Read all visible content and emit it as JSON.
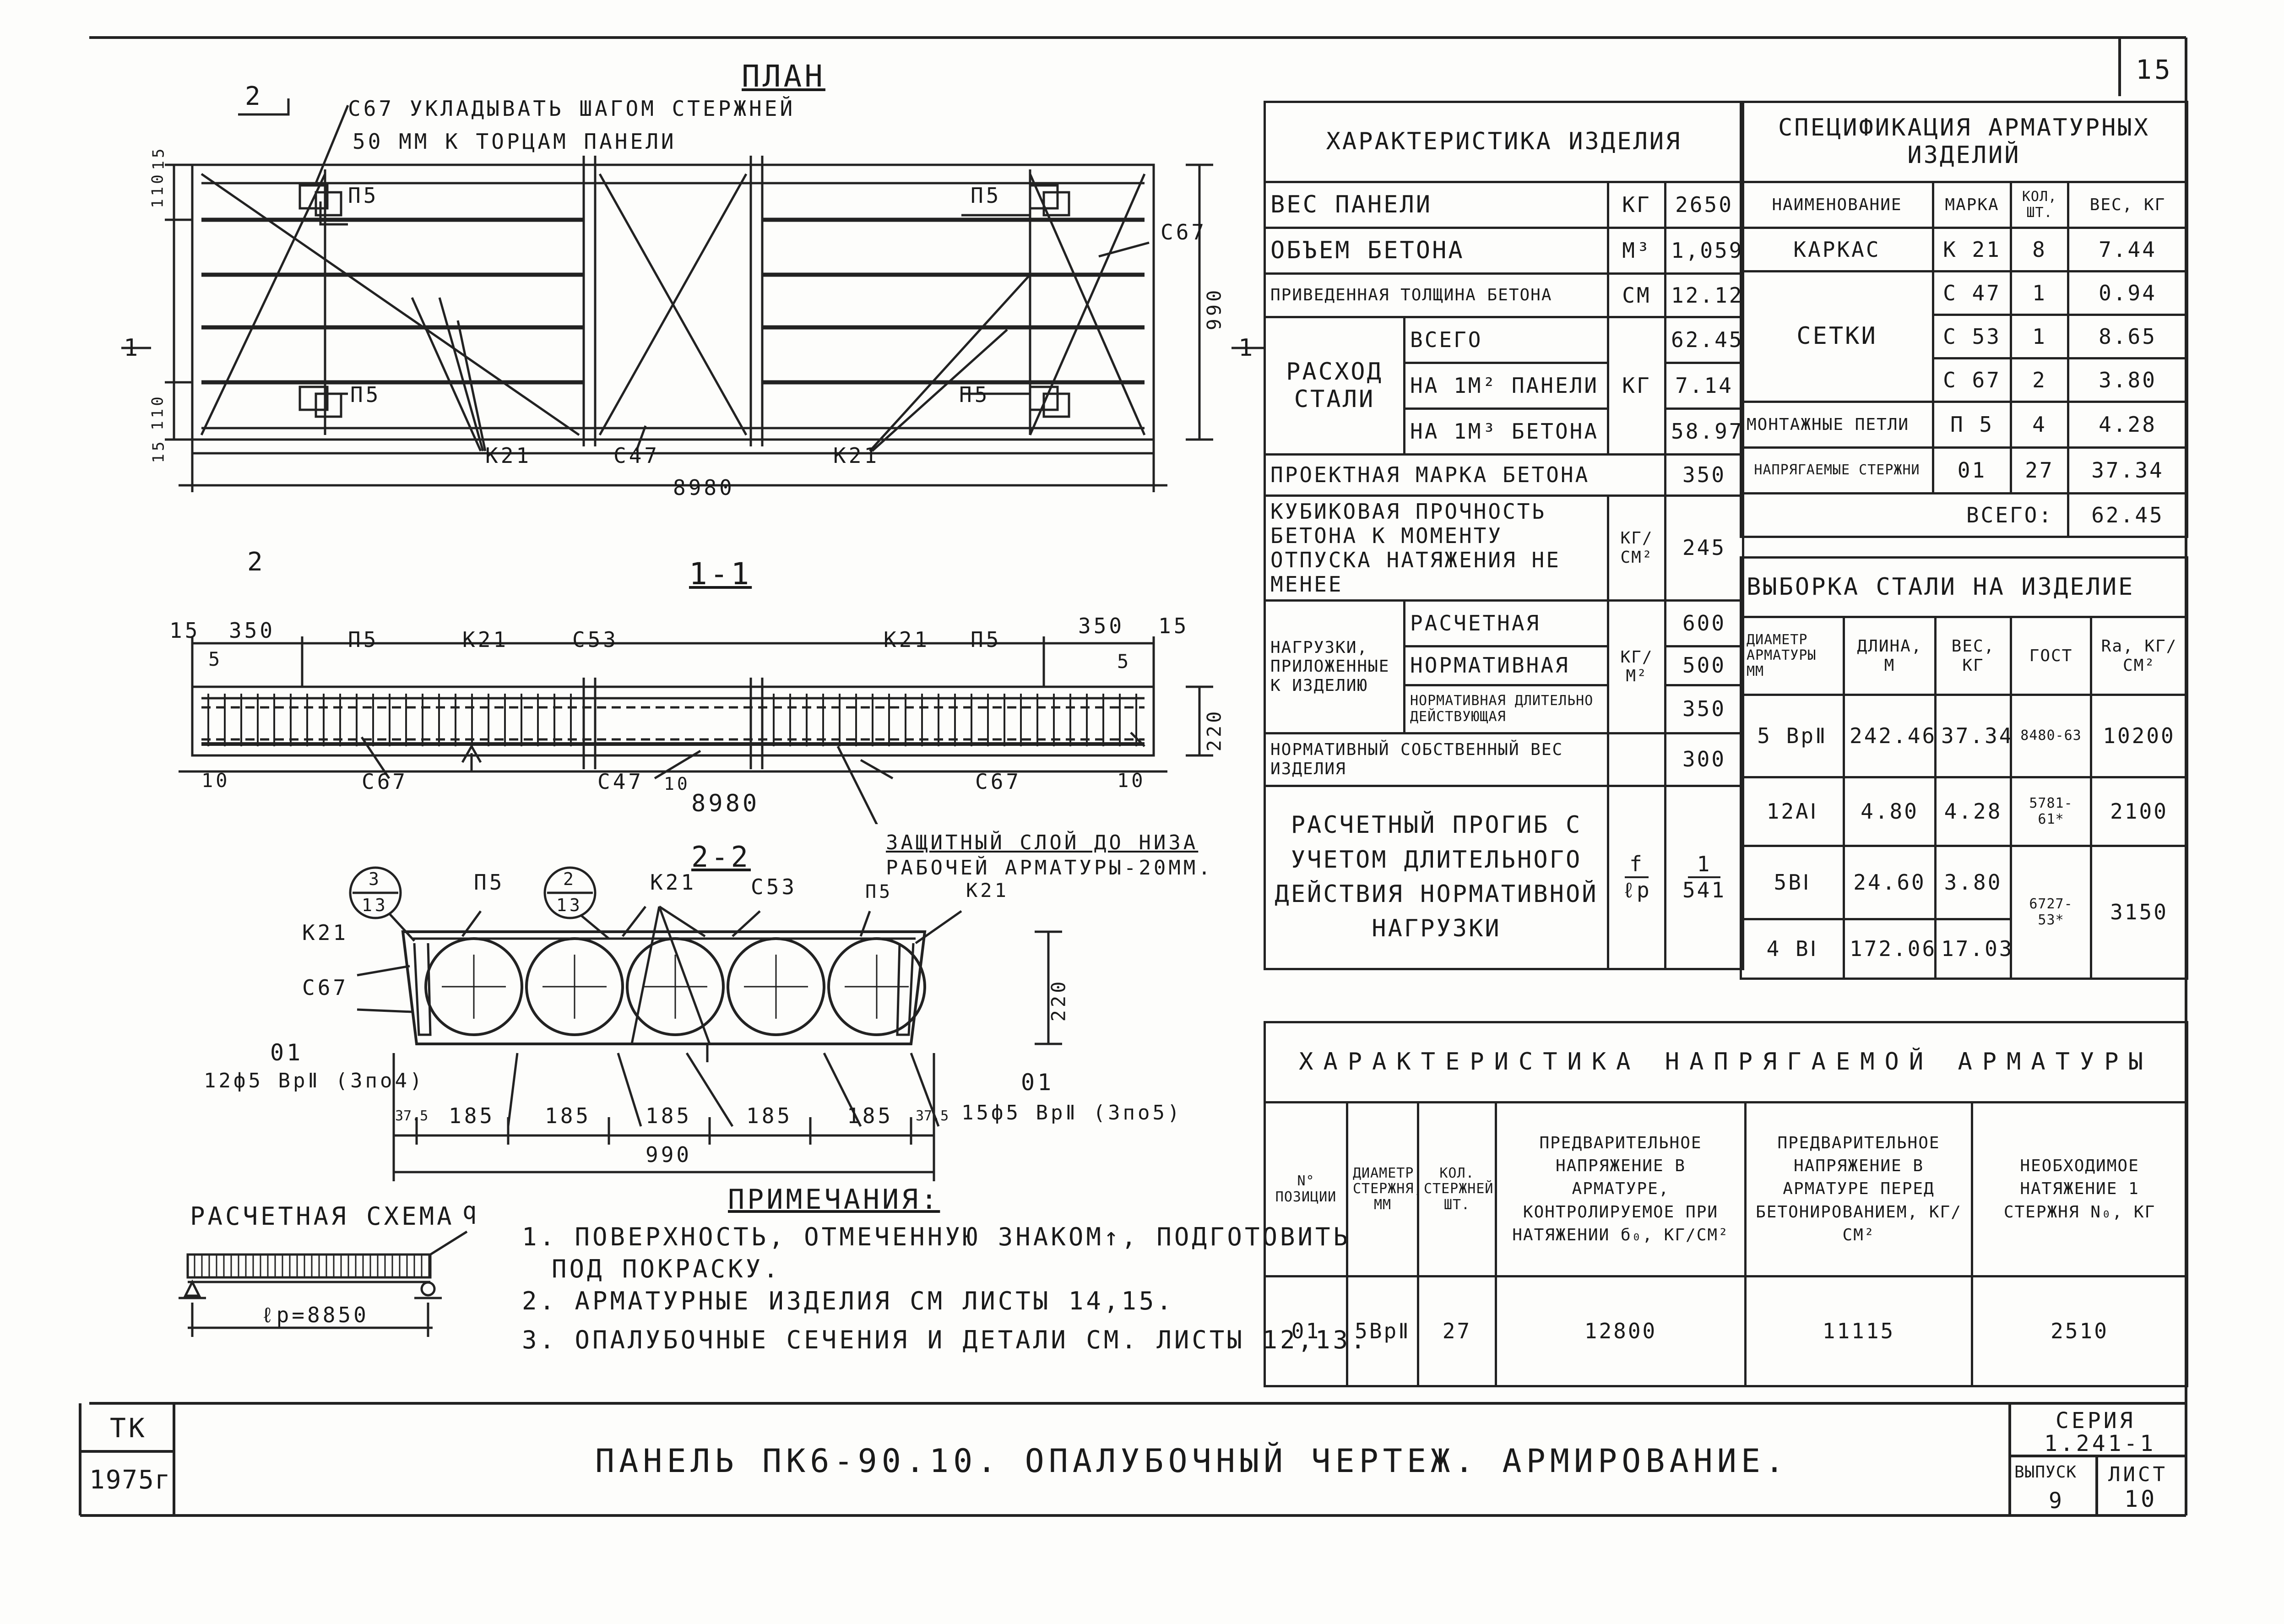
{
  "sheet": {
    "page_number": "15",
    "plan_title": "ПЛАН",
    "section11_title": "1-1",
    "section22_title": "2-2",
    "note_c67": "С67 УКЛАДЫВАТЬ ШАГОМ СТЕРЖНЕЙ 50 ММ К ТОРЦАМ ПАНЕЛИ",
    "note_c67_line1": "С67 УКЛАДЫВАТЬ ШАГОМ СТЕРЖНЕЙ",
    "note_c67_line2": "50 ММ К ТОРЦАМ ПАНЕЛИ",
    "protective_layer_line1": "ЗАЩИТНЫЙ СЛОЙ ДО НИЗА",
    "protective_layer_line2": "РАБОЧЕЙ АРМАТУРЫ-20ММ."
  },
  "plan_labels": {
    "cut2": "2",
    "cut1": "1",
    "p5": "П5",
    "c67": "С67",
    "c47": "С47",
    "k21": "К21",
    "length": "8980",
    "width": "990",
    "dim_110": "110",
    "dim_15": "15"
  },
  "section11_labels": {
    "d15": "15",
    "d350": "350",
    "d5": "5",
    "d10": "10",
    "p5": "П5",
    "k21": "К21",
    "c53": "С53",
    "c67": "С67",
    "c47": "С47",
    "length": "8980",
    "height": "220"
  },
  "section22_labels": {
    "bubble1_top": "3",
    "bubble1_bot": "13",
    "bubble2_top": "2",
    "bubble2_bot": "13",
    "p5": "П5",
    "k21": "К21",
    "c53": "С53",
    "c67": "С67",
    "o1": "01",
    "left_strand": "12ф5 ВрⅡ (3по4)",
    "right_strand": "15ф5 ВрⅡ (3по5)",
    "d375": "37.5",
    "d185": "185",
    "width": "990",
    "height": "220"
  },
  "scheme": {
    "title": "РАСЧЕТНАЯ СХЕМА",
    "q": "q",
    "span": "ℓр=8850"
  },
  "notes": {
    "title": "ПРИМЕЧАНИЯ:",
    "n1_line1": "1. ПОВЕРХНОСТЬ, ОТМЕЧЕННУЮ ЗНАКОМ↑, ПОДГОТОВИТЬ",
    "n1_line2": "ПОД ПОКРАСКУ.",
    "n2": "2. АРМАТУРНЫЕ ИЗДЕЛИЯ СМ ЛИСТЫ 14,15.",
    "n3": "3. ОПАЛУБОЧНЫЕ СЕЧЕНИЯ И ДЕТАЛИ СМ. ЛИСТЫ 12,13."
  },
  "char_table": {
    "title": "ХАРАКТЕРИСТИКА ИЗДЕЛИЯ",
    "rows": {
      "weight": {
        "label": "ВЕС ПАНЕЛИ",
        "unit": "КГ",
        "value": "2650"
      },
      "volume": {
        "label": "ОБЪЕМ БЕТОНА",
        "unit": "М³",
        "value": "1,059"
      },
      "thickness": {
        "label": "ПРИВЕДЕННАЯ ТОЛЩИНА БЕТОНА",
        "unit": "СМ",
        "value": "12.12"
      },
      "steel_label": "РАСХОД СТАЛИ",
      "steel_unit": "КГ",
      "steel_total": {
        "label": "ВСЕГО",
        "value": "62.45"
      },
      "steel_m2": {
        "label": "НА 1М² ПАНЕЛИ",
        "value": "7.14"
      },
      "steel_m3": {
        "label": "НА 1М³ БЕТОНА",
        "value": "58.97"
      },
      "grade": {
        "label": "ПРОЕКТНАЯ МАРКА БЕТОНА",
        "value": "350"
      },
      "cube": {
        "label": "КУБИКОВАЯ ПРОЧНОСТЬ БЕТОНА К МОМЕНТУ ОТПУСКА НАТЯЖЕНИЯ НЕ МЕНЕЕ",
        "unit": "КГ/СМ²",
        "value": "245"
      },
      "loads_label": "НАГРУЗКИ, ПРИЛОЖЕННЫЕ К ИЗДЕЛИЮ",
      "loads_unit": "КГ/М²",
      "load_calc": {
        "label": "РАСЧЕТНАЯ",
        "value": "600"
      },
      "load_norm": {
        "label": "НОРМАТИВНАЯ",
        "value": "500"
      },
      "load_long": {
        "label": "НОРМАТИВНАЯ ДЛИТЕЛЬНО ДЕЙСТВУЮЩАЯ",
        "value": "350"
      },
      "self_weight": {
        "label": "НОРМАТИВНЫЙ СОБСТВЕННЫЙ ВЕС ИЗДЕЛИЯ",
        "value": "300"
      },
      "deflection": {
        "label": "РАСЧЕТНЫЙ ПРОГИБ С УЧЕТОМ ДЛИТЕЛЬНОГО ДЕЙСТВИЯ НОРМАТИВНОЙ НАГРУЗКИ",
        "unit_top": "f",
        "unit_bot": "ℓр",
        "value_top": "1",
        "value_bot": "541"
      }
    }
  },
  "spec_table": {
    "title": "СПЕЦИФИКАЦИЯ АРМАТУРНЫХ ИЗДЕЛИЙ",
    "headers": [
      "НАИМЕНОВАНИЕ",
      "МАРКА",
      "КОЛ, ШТ.",
      "ВЕС, КГ"
    ],
    "rows": [
      {
        "name": "КАРКАС",
        "mark": "К 21",
        "qty": "8",
        "weight": "7.44"
      },
      {
        "name": "СЕТКИ",
        "mark": "С 47",
        "qty": "1",
        "weight": "0.94"
      },
      {
        "name": "",
        "mark": "С 53",
        "qty": "1",
        "weight": "8.65"
      },
      {
        "name": "",
        "mark": "С 67",
        "qty": "2",
        "weight": "3.80"
      },
      {
        "name": "МОНТАЖНЫЕ ПЕТЛИ",
        "mark": "П 5",
        "qty": "4",
        "weight": "4.28"
      },
      {
        "name": "НАПРЯГАЕМЫЕ СТЕРЖНИ",
        "mark": "01",
        "qty": "27",
        "weight": "37.34"
      }
    ],
    "total_label": "ВСЕГО:",
    "total_value": "62.45"
  },
  "steel_table": {
    "title": "ВЫБОРКА СТАЛИ НА ИЗДЕЛИЕ",
    "headers": [
      "ДИАМЕТР АРМАТУРЫ ММ",
      "ДЛИНА, М",
      "ВЕС, КГ",
      "ГОСТ",
      "Rа, КГ/СМ²"
    ],
    "rows": [
      {
        "d": "5 ВрⅡ",
        "len": "242.46",
        "w": "37.34",
        "gost": "8480-63",
        "ra": "10200"
      },
      {
        "d": "12АⅠ",
        "len": "4.80",
        "w": "4.28",
        "gost": "5781-61*",
        "ra": "2100"
      },
      {
        "d": "5ВⅠ",
        "len": "24.60",
        "w": "3.80",
        "gost": "6727-53*",
        "ra": "3150"
      },
      {
        "d": "4 ВⅠ",
        "len": "172.06",
        "w": "17.03",
        "gost": "",
        "ra": ""
      }
    ]
  },
  "prestress_table": {
    "title": "ХАРАКТЕРИСТИКА НАПРЯГАЕМОЙ АРМАТУРЫ",
    "headers": [
      "N° ПОЗИЦИИ",
      "ДИАМЕТР СТЕРЖНЯ, ММ",
      "КОЛ. СТЕРЖНЕЙ, ШТ.",
      "ПРЕДВАРИТЕЛЬНОЕ НАПРЯЖЕНИЕ В АРМАТУРЕ, КОНТРОЛИРУЕМОЕ ПРИ НАТЯЖЕНИИ б₀, КГ/СМ²",
      "ПРЕДВАРИТЕЛЬНОЕ НАПРЯЖЕНИЕ В АРМАТУРЕ ПЕРЕД БЕТОНИРОВАНИЕМ, КГ/СМ²",
      "НЕОБХОДИМОЕ НАТЯЖЕНИЕ 1 СТЕРЖНЯ N₀, КГ"
    ],
    "row": {
      "pos": "01",
      "d": "5ВрⅡ",
      "qty": "27",
      "s1": "12800",
      "s2": "11115",
      "n0": "2510"
    }
  },
  "title_block": {
    "org": "ТК",
    "year": "1975г",
    "title": "ПАНЕЛЬ ПК6-90.10. ОПАЛУБОЧНЫЙ ЧЕРТЕЖ. АРМИРОВАНИЕ.",
    "series_label": "СЕРИЯ",
    "series": "1.241-1",
    "issue_label": "ВЫПУСК",
    "issue": "9",
    "sheet_label": "ЛИСТ",
    "sheet": "10"
  }
}
